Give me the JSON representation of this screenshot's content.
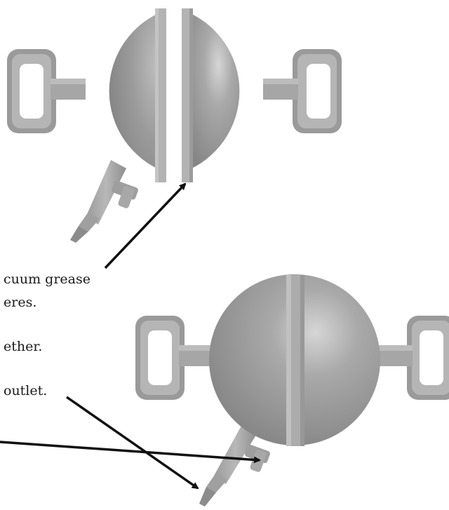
{
  "diagram": {
    "captions": {
      "line1": "cuum grease",
      "line2": "eres.",
      "line3": "ether.",
      "line4": "outlet."
    },
    "colors": {
      "sphere": "#8f8f8f",
      "sphere_highlight": "#d2d2d2",
      "part_light": "#b4b4b4",
      "part_dark": "#8a8a8a",
      "arrow": "#111111",
      "text": "#1a1a1a"
    }
  }
}
